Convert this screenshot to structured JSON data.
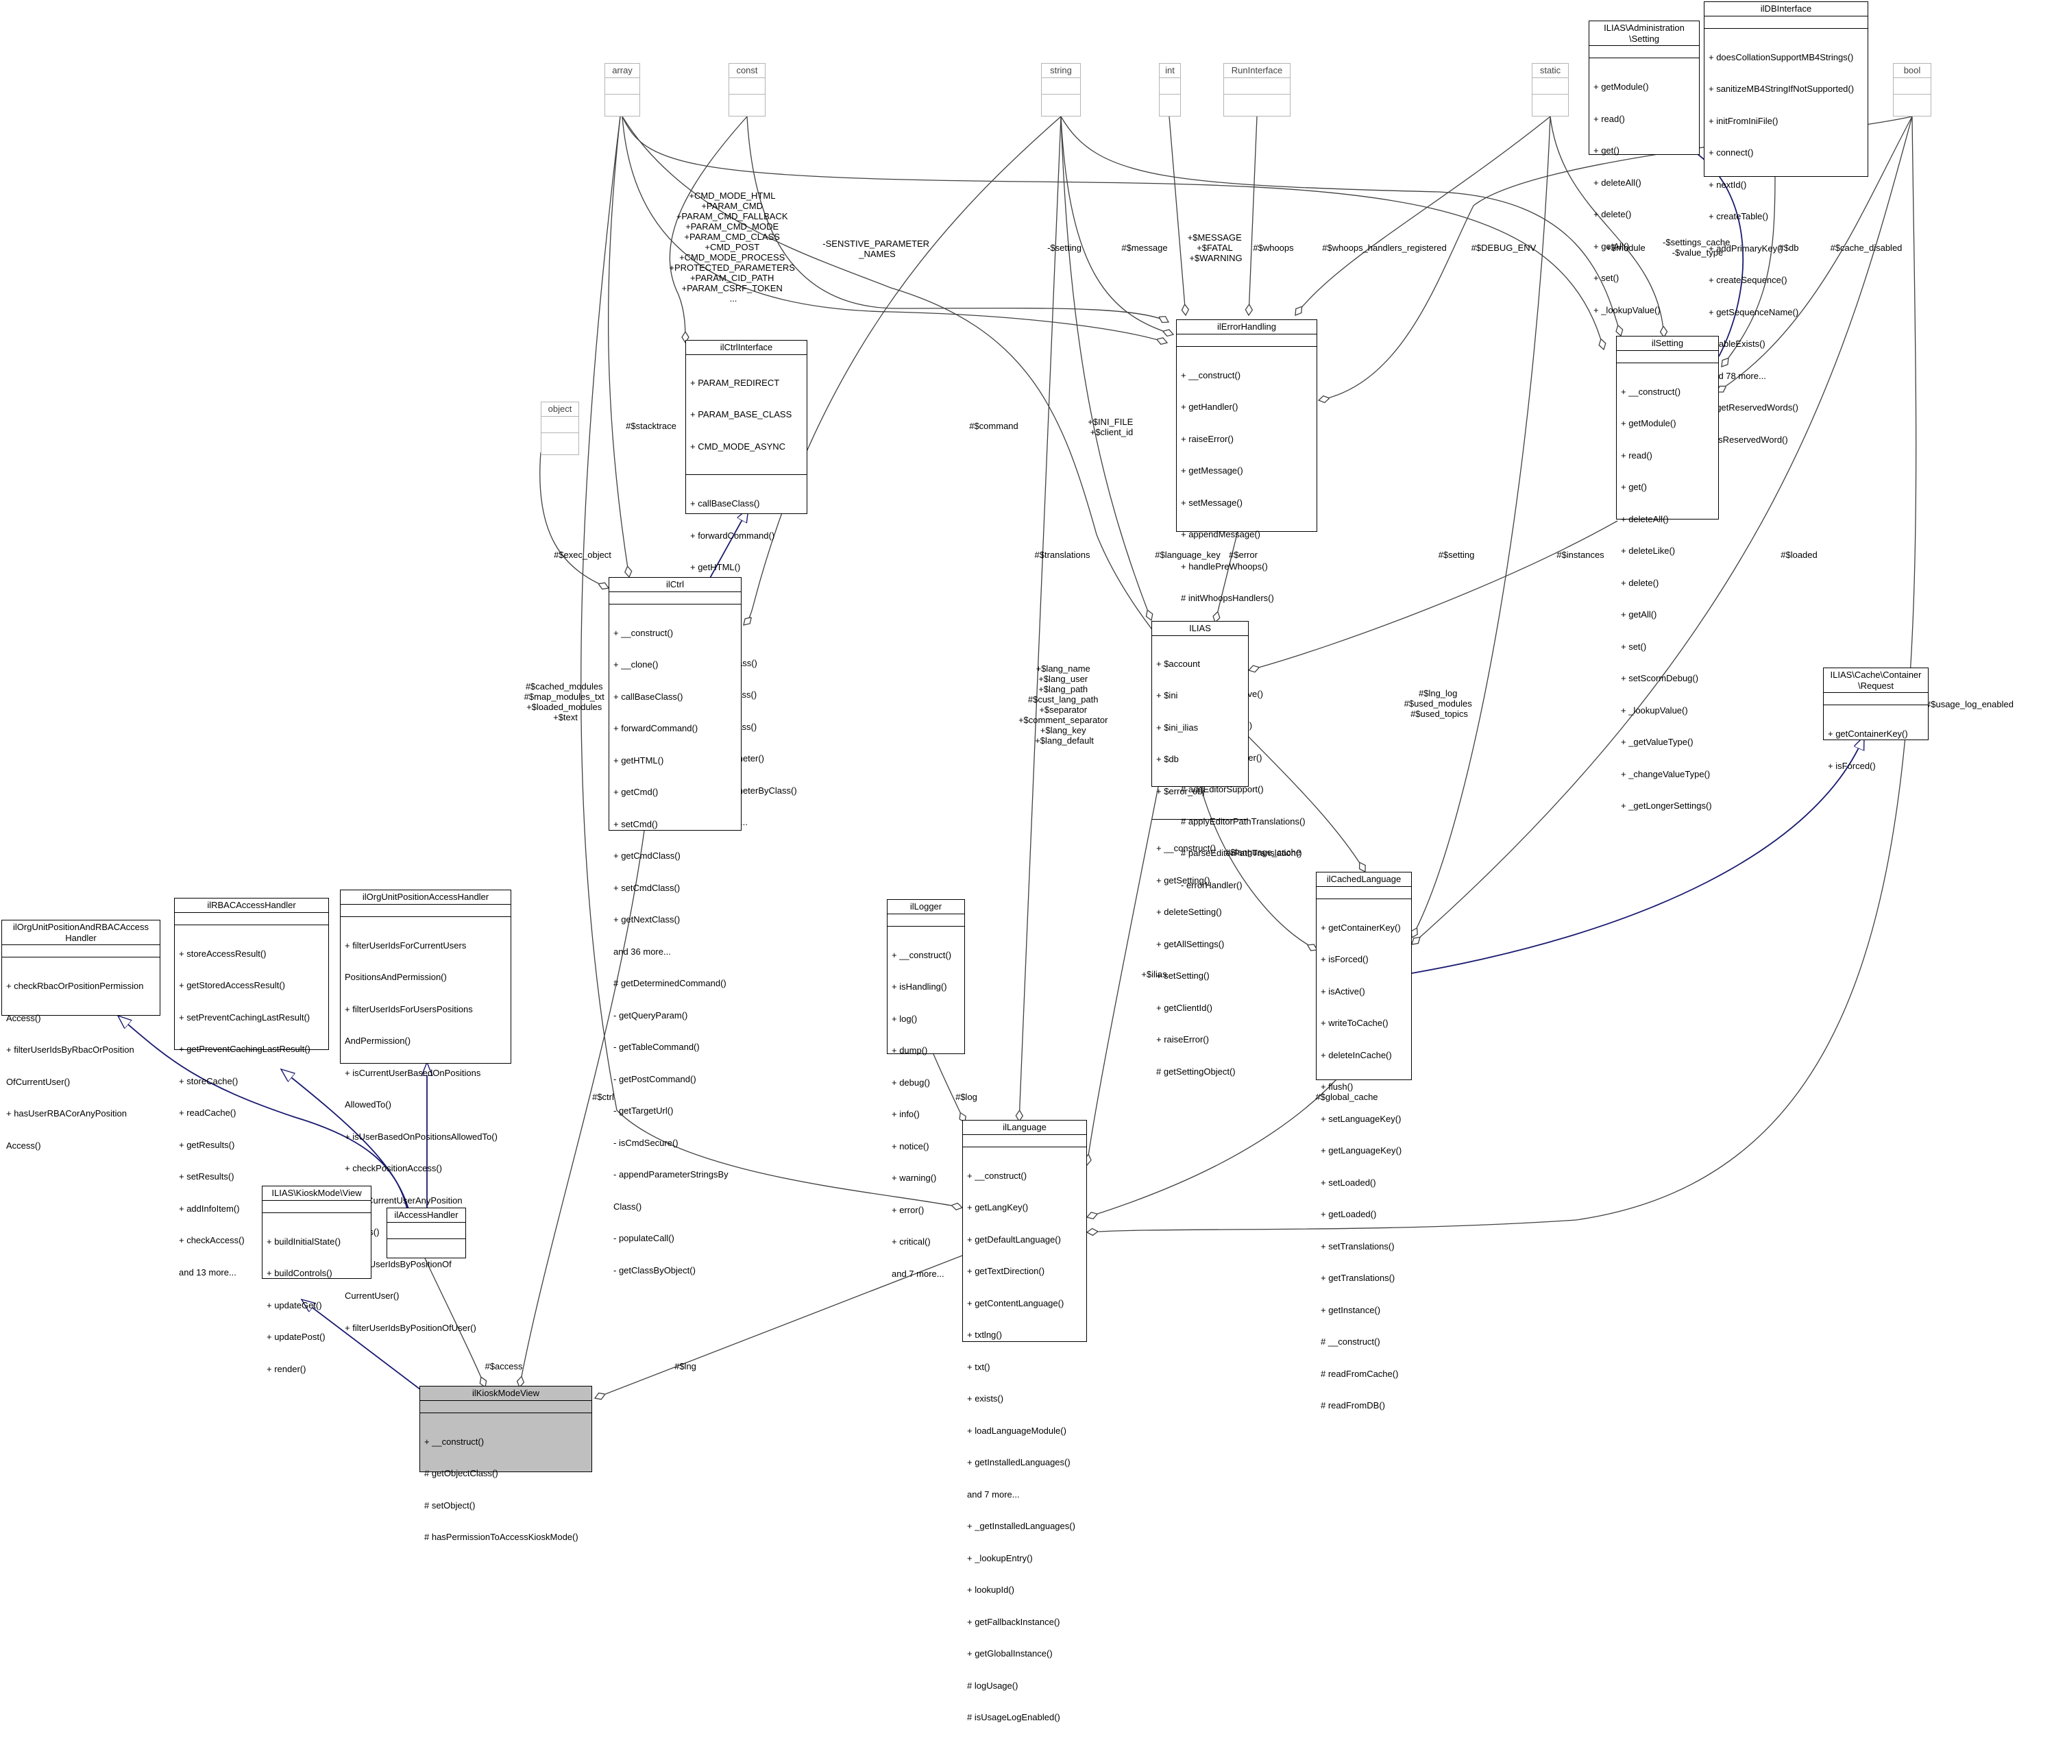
{
  "classes": {
    "array": {
      "name": "array",
      "attributes": [],
      "operations": []
    },
    "const": {
      "name": "const",
      "attributes": [],
      "operations": []
    },
    "string": {
      "name": "string",
      "attributes": [],
      "operations": []
    },
    "int": {
      "name": "int",
      "attributes": [],
      "operations": []
    },
    "RunInterface": {
      "name": "RunInterface",
      "attributes": [],
      "operations": []
    },
    "static": {
      "name": "static",
      "attributes": [],
      "operations": []
    },
    "bool": {
      "name": "bool",
      "attributes": [],
      "operations": []
    },
    "object": {
      "name": "object",
      "attributes": [],
      "operations": []
    },
    "AdministrationSetting": {
      "name": "ILIAS\\Administration\n\\Setting",
      "attributes": [],
      "operations": [
        "+ getModule()",
        "+ read()",
        "+ get()",
        "+ deleteAll()",
        "+ delete()",
        "+ getAll()",
        "+ set()",
        "+ _lookupValue()"
      ]
    },
    "ilDBInterface": {
      "name": "ilDBInterface",
      "attributes": [],
      "operations": [
        "+ doesCollationSupportMB4Strings()",
        "+ sanitizeMB4StringIfNotSupported()",
        "+ initFromIniFile()",
        "+ connect()",
        "+ nextId()",
        "+ createTable()",
        "+ addPrimaryKey()",
        "+ createSequence()",
        "+ getSequenceName()",
        "+ tableExists()",
        "and 78 more...",
        "+ getReservedWords()",
        "+ isReservedWord()"
      ]
    },
    "ilCtrlInterface": {
      "name": "ilCtrlInterface",
      "attributes": [
        "+ PARAM_REDIRECT",
        "+ PARAM_BASE_CLASS",
        "+ CMD_MODE_ASYNC"
      ],
      "operations": [
        "+ callBaseClass()",
        "+ forwardCommand()",
        "+ getHTML()",
        "+ getCmd()",
        "+ setCmd()",
        "+ getCmdClass()",
        "+ setCmdClass()",
        "+ getNextClass()",
        "+ saveParameter()",
        "+ saveParameterByClass()",
        "and 34 more..."
      ]
    },
    "ilErrorHandling": {
      "name": "ilErrorHandling",
      "attributes": [],
      "operations": [
        "+ __construct()",
        "+ getHandler()",
        "+ raiseError()",
        "+ getMessage()",
        "+ setMessage()",
        "+ appendMessage()",
        "+ handlePreWhoops()",
        "# initWhoopsHandlers()",
        "# getIlRuntime()",
        "# getWhoops()",
        "# isDevmodeActive()",
        "# defaultHandler()",
        "# devmodeHandler()",
        "# addEditorSupport()",
        "# applyEditorPathTranslations()",
        "# parseEditorPathTranslation()",
        "- errorHandler()"
      ]
    },
    "ilSetting": {
      "name": "ilSetting",
      "attributes": [],
      "operations": [
        "+ __construct()",
        "+ getModule()",
        "+ read()",
        "+ get()",
        "+ deleteAll()",
        "+ deleteLike()",
        "+ delete()",
        "+ getAll()",
        "+ set()",
        "+ setScormDebug()",
        "+ _lookupValue()",
        "+ _getValueType()",
        "+ _changeValueType()",
        "+ _getLongerSettings()"
      ]
    },
    "ilCtrl": {
      "name": "ilCtrl",
      "attributes": [],
      "operations": [
        "+ __construct()",
        "+ __clone()",
        "+ callBaseClass()",
        "+ forwardCommand()",
        "+ getHTML()",
        "+ getCmd()",
        "+ setCmd()",
        "+ getCmdClass()",
        "+ setCmdClass()",
        "+ getNextClass()",
        "and 36 more...",
        "# getDeterminedCommand()",
        "- getQueryParam()",
        "- getTableCommand()",
        "- getPostCommand()",
        "- getTargetUrl()",
        "- isCmdSecure()",
        "- appendParameterStringsBy",
        "Class()",
        "- populateCall()",
        "- getClassByObject()"
      ]
    },
    "ILIAS": {
      "name": "ILIAS",
      "attributes": [
        "+ $account",
        "+ $ini",
        "+ $ini_ilias",
        "+ $db",
        "+ $error_obj"
      ],
      "operations": [
        "+ __construct()",
        "+ getSetting()",
        "+ deleteSetting()",
        "+ getAllSettings()",
        "+ setSetting()",
        "+ getClientId()",
        "+ raiseError()",
        "# getSettingObject()"
      ]
    },
    "CacheRequest": {
      "name": "ILIAS\\Cache\\Container\n\\Request",
      "attributes": [],
      "operations": [
        "+ getContainerKey()",
        "+ isForced()"
      ]
    },
    "ilOrgUnitPositionAndRBACAccessHandler": {
      "name": "ilOrgUnitPositionAndRBACAccess\nHandler",
      "attributes": [],
      "operations": [
        "+ checkRbacOrPositionPermission",
        "Access()",
        "+ filterUserIdsByRbacOrPosition",
        "OfCurrentUser()",
        "+ hasUserRBACorAnyPosition",
        "Access()"
      ]
    },
    "ilRBACAccessHandler": {
      "name": "ilRBACAccessHandler",
      "attributes": [],
      "operations": [
        "+ storeAccessResult()",
        "+ getStoredAccessResult()",
        "+ setPreventCachingLastResult()",
        "+ getPreventCachingLastResult()",
        "+ storeCache()",
        "+ readCache()",
        "+ getResults()",
        "+ setResults()",
        "+ addInfoItem()",
        "+ checkAccess()",
        "and 13 more..."
      ]
    },
    "ilOrgUnitPositionAccessHandler": {
      "name": "ilOrgUnitPositionAccessHandler",
      "attributes": [],
      "operations": [
        "+ filterUserIdsForCurrentUsers",
        "PositionsAndPermission()",
        "+ filterUserIdsForUsersPositions",
        "AndPermission()",
        "+ isCurrentUserBasedOnPositions",
        "AllowedTo()",
        "+ isUserBasedOnPositionsAllowedTo()",
        "+ checkPositionAccess()",
        "+ hasCurrentUserAnyPosition",
        "Access()",
        "+ filterUserIdsByPositionOf",
        "CurrentUser()",
        "+ filterUserIdsByPositionOfUser()"
      ]
    },
    "ilLogger": {
      "name": "ilLogger",
      "attributes": [],
      "operations": [
        "+ __construct()",
        "+ isHandling()",
        "+ log()",
        "+ dump()",
        "+ debug()",
        "+ info()",
        "+ notice()",
        "+ warning()",
        "+ error()",
        "+ critical()",
        "and 7 more..."
      ]
    },
    "ilCachedLanguage": {
      "name": "ilCachedLanguage",
      "attributes": [],
      "operations": [
        "+ getContainerKey()",
        "+ isForced()",
        "+ isActive()",
        "+ writeToCache()",
        "+ deleteInCache()",
        "+ flush()",
        "+ setLanguageKey()",
        "+ getLanguageKey()",
        "+ setLoaded()",
        "+ getLoaded()",
        "+ setTranslations()",
        "+ getTranslations()",
        "+ getInstance()",
        "# __construct()",
        "# readFromCache()",
        "# readFromDB()"
      ]
    },
    "KioskModeView": {
      "name": "ILIAS\\KioskMode\\View",
      "attributes": [],
      "operations": [
        "+ buildInitialState()",
        "+ buildControls()",
        "+ updateGet()",
        "+ updatePost()",
        "+ render()"
      ]
    },
    "ilAccessHandler": {
      "name": "ilAccessHandler",
      "attributes": [],
      "operations": []
    },
    "ilLanguage": {
      "name": "ilLanguage",
      "attributes": [],
      "operations": [
        "+ __construct()",
        "+ getLangKey()",
        "+ getDefaultLanguage()",
        "+ getTextDirection()",
        "+ getContentLanguage()",
        "+ txtlng()",
        "+ txt()",
        "+ exists()",
        "+ loadLanguageModule()",
        "+ getInstalledLanguages()",
        "and 7 more...",
        "+ _getInstalledLanguages()",
        "+ _lookupEntry()",
        "+ lookupId()",
        "+ getFallbackInstance()",
        "+ getGlobalInstance()",
        "# logUsage()",
        "# isUsageLogEnabled()"
      ]
    },
    "ilKioskModeView": {
      "name": "ilKioskModeView",
      "attributes": [],
      "operations": [
        "+ __construct()",
        "# getObjectClass()",
        "# setObject()",
        "# hasPermissionToAccessKioskMode()"
      ]
    }
  },
  "edge_labels": {
    "ctrlinterface_consts": [
      "+CMD_MODE_HTML",
      "+PARAM_CMD",
      "+PARAM_CMD_FALLBACK",
      "+PARAM_CMD_MODE",
      "+PARAM_CMD_CLASS",
      "+CMD_POST",
      "+CMD_MODE_PROCESS",
      "+PROTECTED_PARAMETERS",
      "+PARAM_CID_PATH",
      "+PARAM_CSRF_TOKEN",
      "..."
    ],
    "sensitive": [
      "-SENSTIVE_PARAMETER",
      "_NAMES"
    ],
    "setting_string": [
      "-$setting"
    ],
    "message": [
      "#$message"
    ],
    "fatal": [
      "+$MESSAGE",
      "+$FATAL",
      "+$WARNING"
    ],
    "whoops": [
      "#$whoops"
    ],
    "whoops_handlers": [
      "#$whoops_handlers_registered"
    ],
    "debug_env": [
      "#$DEBUG_ENV"
    ],
    "module": [
      "+$module"
    ],
    "settings_cache": [
      "-$settings_cache",
      "-$value_type"
    ],
    "db": [
      "#$db"
    ],
    "cache_disabled": [
      "#$cache_disabled"
    ],
    "stacktrace": [
      "#$stacktrace"
    ],
    "exec_object": [
      "#$exec_object"
    ],
    "command": [
      "#$command"
    ],
    "ini_file": [
      "+$INI_FILE",
      "+$client_id"
    ],
    "translations": [
      "#$translations"
    ],
    "language_key": [
      "#$language_key"
    ],
    "error": [
      "#$error"
    ],
    "setting_ilias": [
      "#$setting"
    ],
    "instances": [
      "#$instances"
    ],
    "loaded": [
      "#$loaded"
    ],
    "cached_modules": [
      "#$cached_modules",
      "#$map_modules_txt",
      "+$loaded_modules",
      "+$text"
    ],
    "lang_fields": [
      "+$lang_name",
      "+$lang_user",
      "+$lang_path",
      "#$cust_lang_path",
      "+$separator",
      "+$comment_separator",
      "+$lang_key",
      "+$lang_default"
    ],
    "lng_log": [
      "#$lng_log",
      "#$used_modules",
      "#$used_topics"
    ],
    "usage_log": [
      "#$usage_log_enabled"
    ],
    "language_cache": [
      "#$language_cache"
    ],
    "ilias": [
      "+$ilias"
    ],
    "log": [
      "#$log"
    ],
    "global_cache": [
      "#$global_cache"
    ],
    "ctrl": [
      "#$ctrl"
    ],
    "access": [
      "#$access"
    ],
    "lng": [
      "#$lng"
    ]
  }
}
